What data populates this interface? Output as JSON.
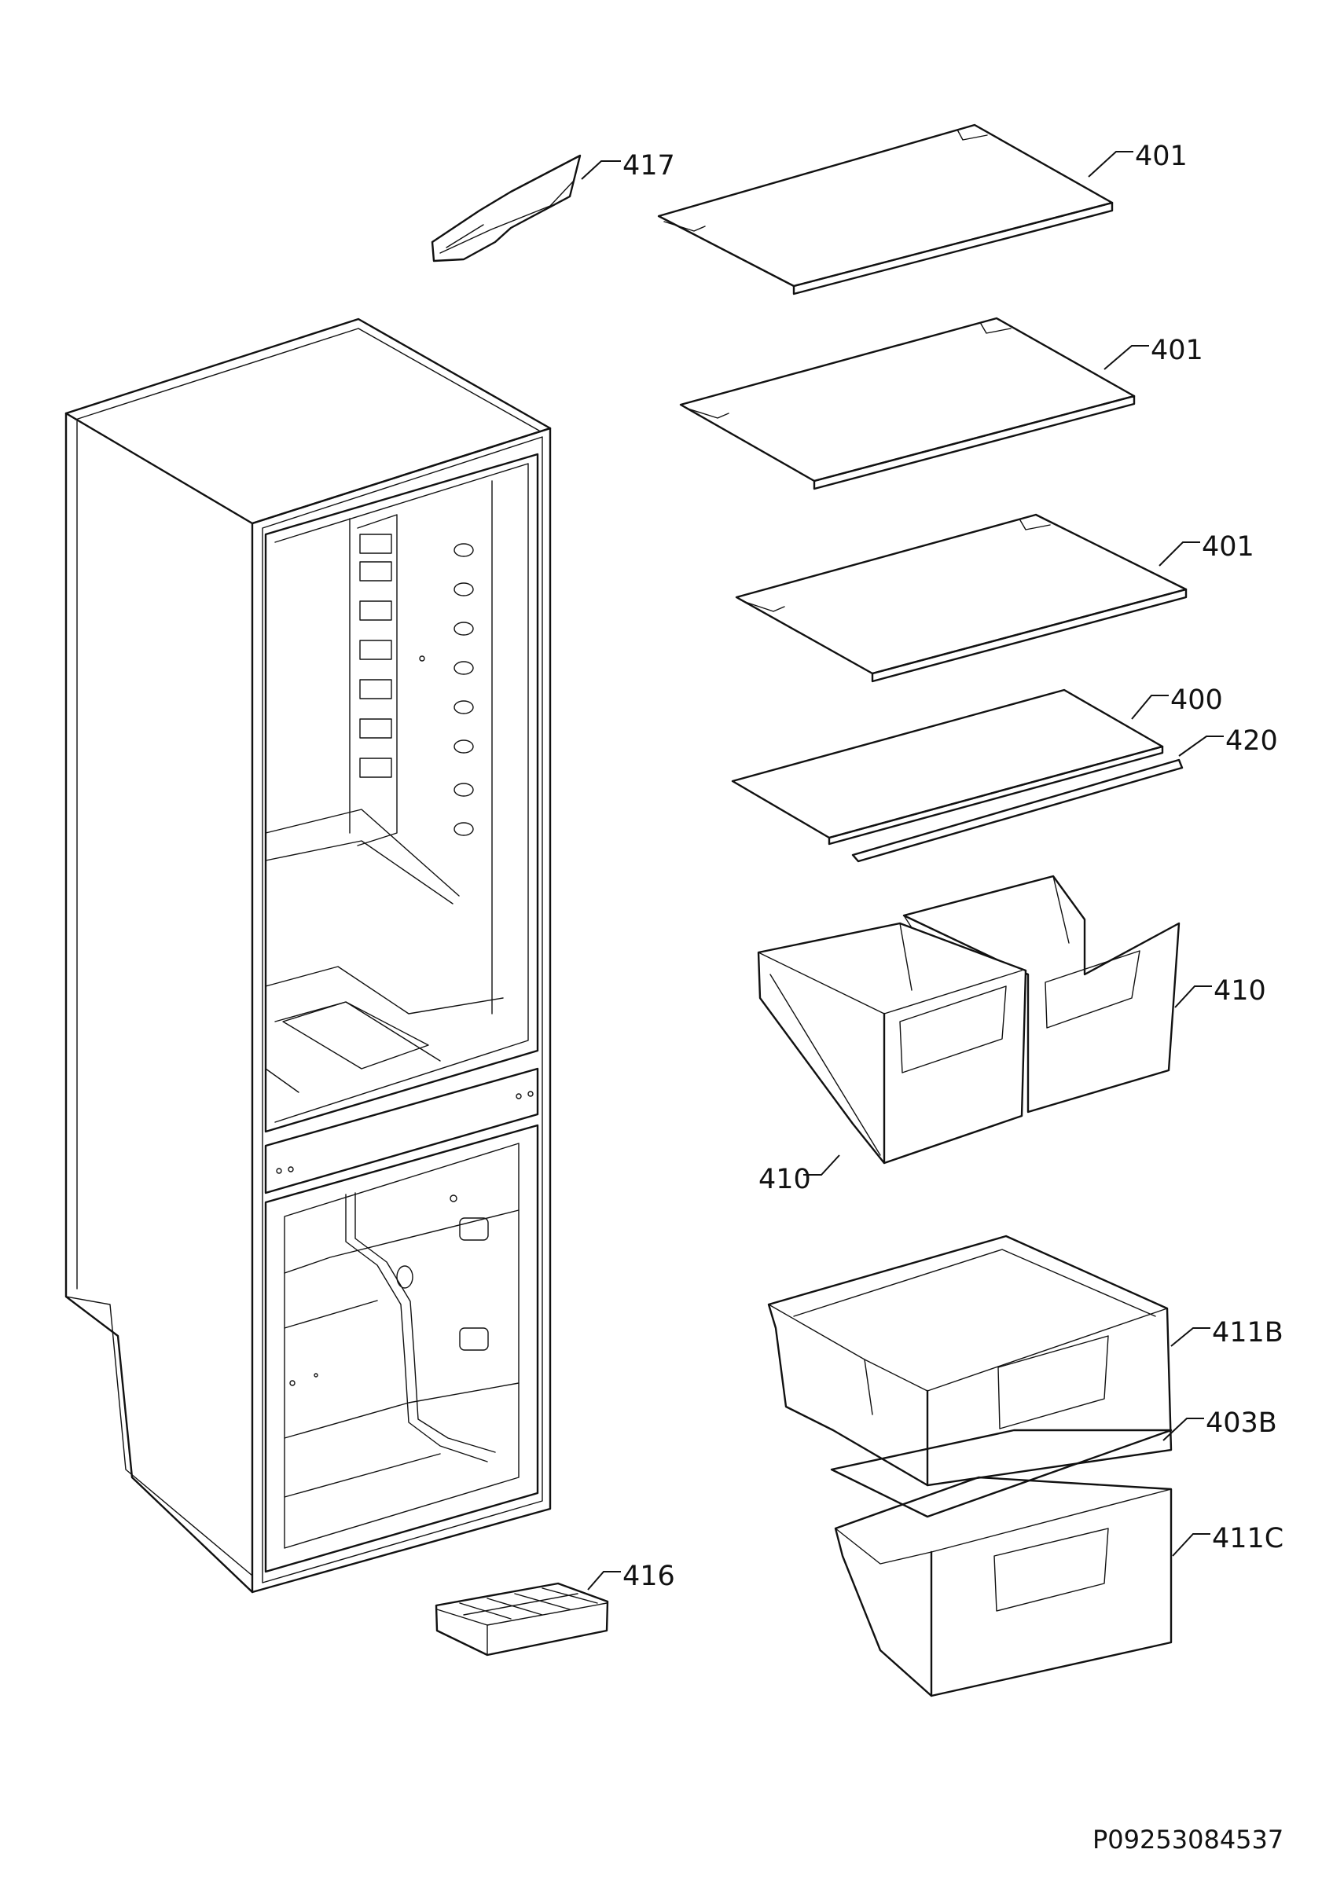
{
  "drawing_ref": "P09253084537",
  "callouts": {
    "ice_scoop": "417",
    "glass_shelf_1": "401",
    "glass_shelf_2": "401",
    "glass_shelf_3": "401",
    "glass_shelf_bottom": "400",
    "shelf_trim": "420",
    "crisper_back": "410",
    "crisper_front": "410",
    "freezer_drawer_upper": "411B",
    "drawer_divider_plate": "403B",
    "freezer_drawer_lower": "411C",
    "ice_tray": "416"
  }
}
